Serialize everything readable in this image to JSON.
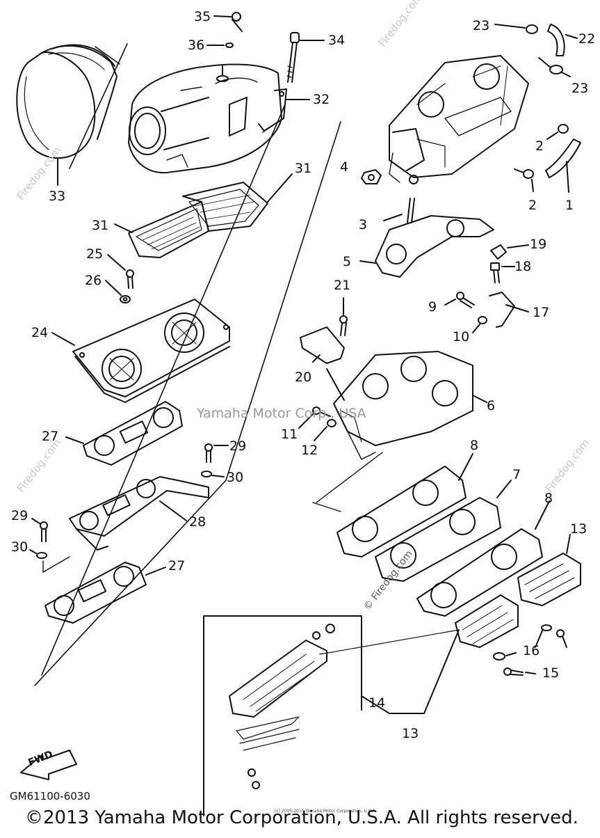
{
  "watermark": "Yamaha Motor Corp., USA",
  "site_watermark": "© Firedog.com",
  "side_watermark": "Firedog.com",
  "ref_code": "GM61100-6030",
  "fwd_label": "FWD",
  "tiny_copyright": "(c) 2005-2015 Yamaha Motor Corporation, U.S.A.",
  "copyright": "©2013 Yamaha Motor Corporation, U.S.A. All rights reserved.",
  "callouts": [
    "1",
    "2",
    "3",
    "4",
    "5",
    "6",
    "7",
    "8",
    "9",
    "10",
    "11",
    "12",
    "13",
    "14",
    "15",
    "16",
    "17",
    "18",
    "19",
    "20",
    "21",
    "22",
    "23",
    "24",
    "25",
    "26",
    "27",
    "28",
    "29",
    "30",
    "31",
    "32",
    "33",
    "34",
    "35",
    "36"
  ],
  "labels": {
    "n35": "35",
    "n36": "36",
    "n34": "34",
    "n32": "32",
    "n33": "33",
    "n31a": "31",
    "n31b": "31",
    "n25": "25",
    "n26": "26",
    "n24": "24",
    "n27a": "27",
    "n27b": "27",
    "n28": "28",
    "n29a": "29",
    "n29b": "29",
    "n30a": "30",
    "n30b": "30",
    "n23a": "23",
    "n23b": "23",
    "n22": "22",
    "n2a": "2",
    "n2b": "2",
    "n1": "1",
    "n4": "4",
    "n3": "3",
    "n5": "5",
    "n19": "19",
    "n18": "18",
    "n9": "9",
    "n17": "17",
    "n10": "10",
    "n21": "21",
    "n20": "20",
    "n6": "6",
    "n11": "11",
    "n12": "12",
    "n8a": "8",
    "n8b": "8",
    "n7": "7",
    "n13a": "13",
    "n13b": "13",
    "n16": "16",
    "n15": "15",
    "n14": "14"
  }
}
